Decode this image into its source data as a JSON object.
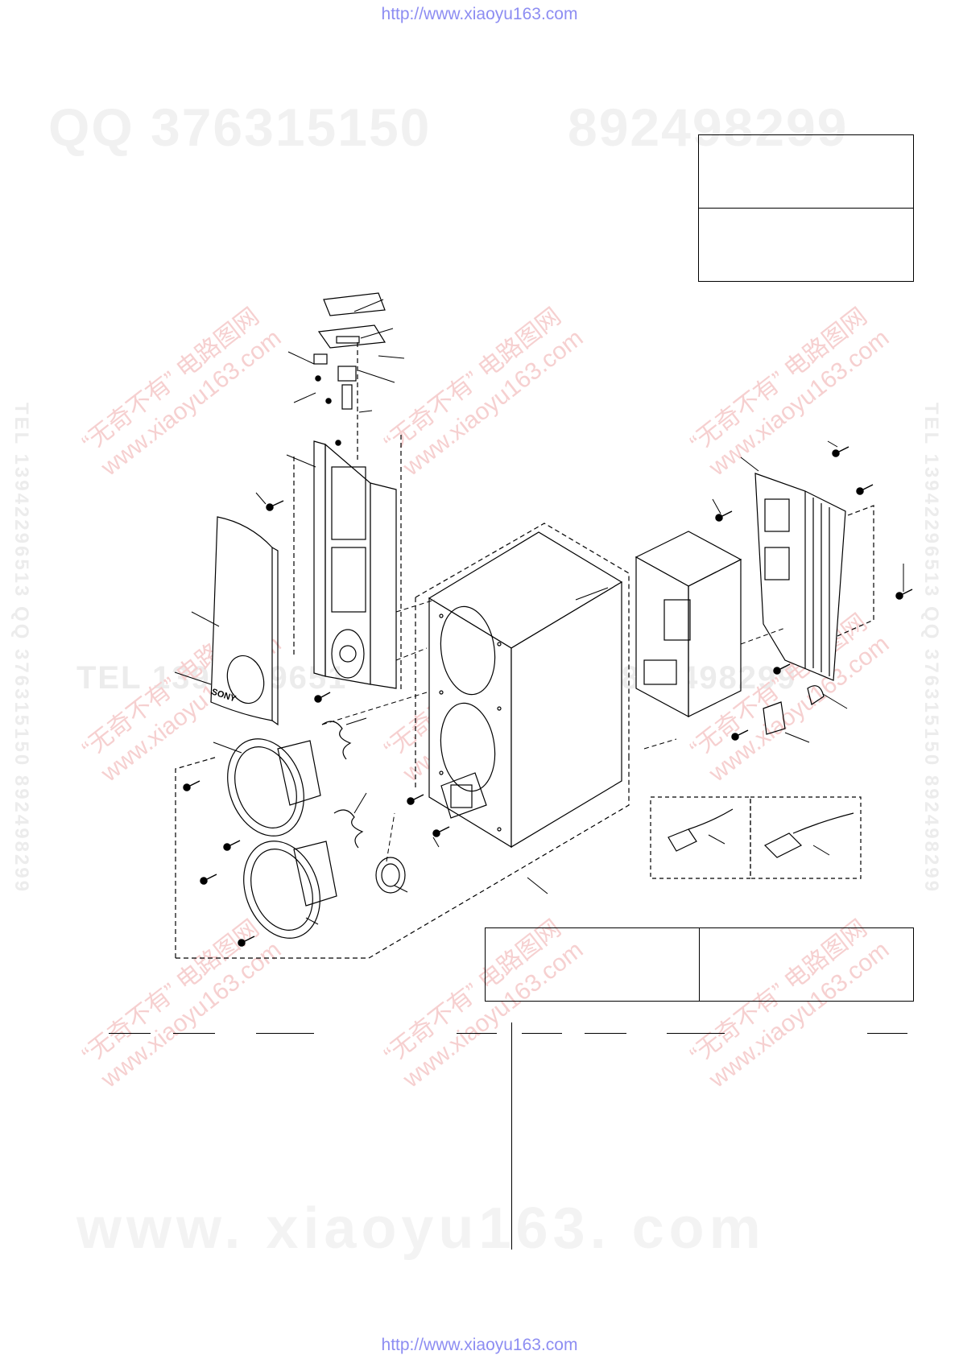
{
  "header": {
    "url_top": "http://www.xiaoyu163.com"
  },
  "footer": {
    "url_bottom": "http://www.xiaoyu163.com"
  },
  "watermarks": {
    "qq_left": "QQ 376315150",
    "qq_right": "892498299",
    "site": "www. xiaoyu163. com",
    "tel_mid_left": "TEL 1394229651",
    "tel_mid_right": "376315150 892498299",
    "side_left": "TEL 13942296513 QQ 376315150 892498299",
    "side_right": "TEL 13942296513 QQ 376315150 892498299",
    "diag_line1": "“无奇不有” 电路图网",
    "diag_line2": "www.xiaoyu163.com"
  },
  "diagram": {
    "brand_label": "SONY"
  },
  "colors": {
    "url": "#8d8df2",
    "watermark_red": "#f6d0d0",
    "line": "#000000"
  }
}
